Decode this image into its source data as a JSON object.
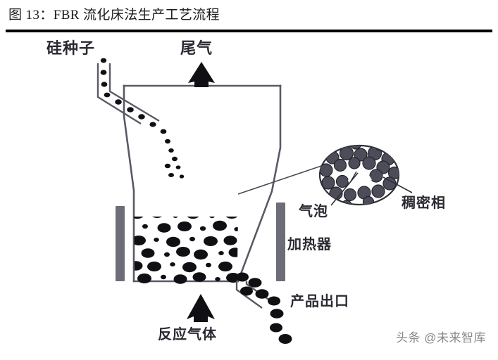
{
  "figure": {
    "title": "图 13：FBR 流化床法生产工艺流程",
    "number": "13",
    "caption_prefix": "图"
  },
  "diagram": {
    "type": "process-flow",
    "subject": "FBR fluidized bed reactor for polysilicon production",
    "labels": {
      "silicon_seed": "硅种子",
      "exhaust_gas": "尾气",
      "bubble": "气泡",
      "dense_phase": "稠密相",
      "heater": "加热器",
      "product_outlet": "产品出口",
      "reaction_gas": "反应气体"
    },
    "components": [
      {
        "name": "silicon-seed-inlet-pipe",
        "label": "硅种子"
      },
      {
        "name": "exhaust-gas-outlet",
        "label": "尾气"
      },
      {
        "name": "reactor-vessel",
        "label": ""
      },
      {
        "name": "left-heater-bar",
        "label": "加热器"
      },
      {
        "name": "right-heater-bar",
        "label": "加热器"
      },
      {
        "name": "magnified-bed-detail",
        "label": "稠密相"
      },
      {
        "name": "product-outlet-pipe",
        "label": "产品出口"
      },
      {
        "name": "reaction-gas-inlet",
        "label": "反应气体"
      }
    ],
    "colors": {
      "particle": "#101014",
      "heater": "#6d6d77",
      "outline": "#5a5a66",
      "text": "#2a2a33",
      "rule": "#000000",
      "detail_particle": "#4a4a56",
      "background": "#ffffff"
    }
  },
  "watermark": {
    "text": "头条 @未来智库"
  }
}
